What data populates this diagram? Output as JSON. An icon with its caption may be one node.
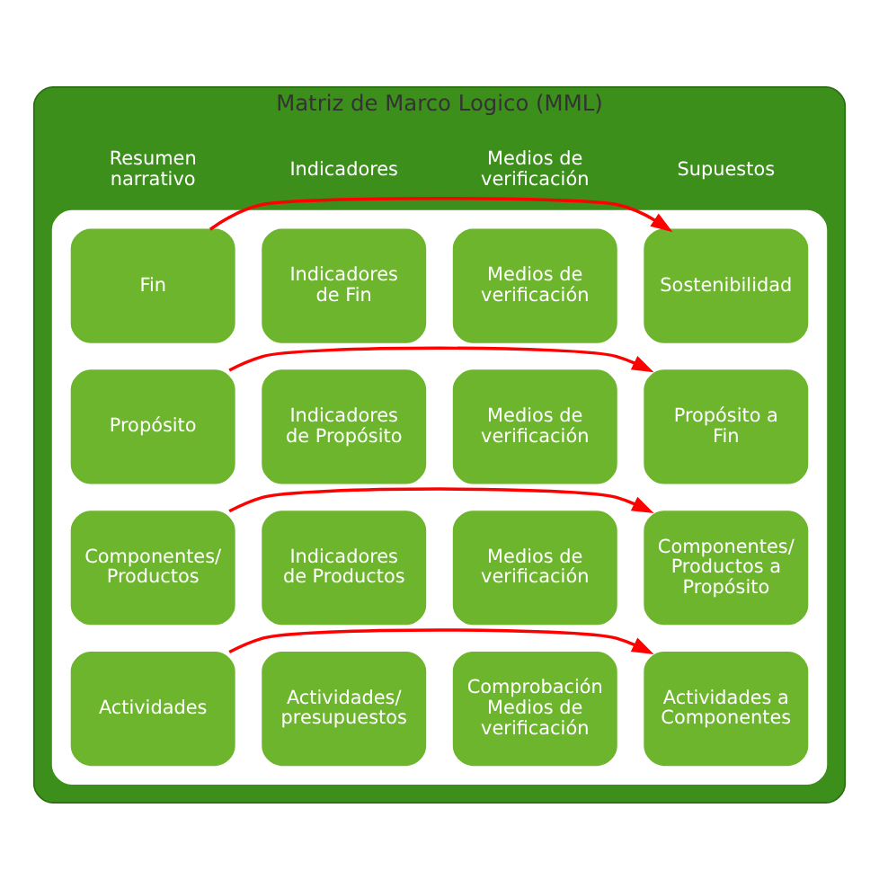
{
  "diagram": {
    "nodes": [
      {
        "text": [
          "Matriz de Marco Logico (MML)"
        ]
      },
      {
        "text": [],
        "shape": "box",
        "in": 0
      },
      {
        "text": [
          "Fin"
        ],
        "in": 1
      },
      {
        "text": [
          "Indicadores de Fin"
        ],
        "in": 1
      },
      {
        "text": [
          "Medios de verificación"
        ],
        "in": 1
      },
      {
        "text": [
          "Sostenibilidad"
        ],
        "in": 1
      },
      {
        "text": [
          "Propósito"
        ],
        "in": 1
      },
      {
        "text": [
          "Indicadores de Propósito"
        ],
        "in": 1
      },
      {
        "text": [
          "Medios de verificación"
        ],
        "in": 1
      },
      {
        "text": [
          "Propósito a Fin"
        ],
        "in": 1
      },
      {
        "text": [
          "Componentes/ Productos"
        ],
        "in": 1
      },
      {
        "text": [
          "Indicadores de Productos"
        ],
        "in": 1
      },
      {
        "text": [
          "Medios de verificación"
        ],
        "in": 1
      },
      {
        "text": [
          "Componentes/ Productos a Propósito"
        ],
        "in": 1
      },
      {
        "text": [
          "Actividades"
        ],
        "in": 1
      },
      {
        "text": [
          "Actividades/ presupuestos"
        ],
        "in": 1
      },
      {
        "text": [
          "Comprobación Medios de verificación"
        ],
        "in": 1
      },
      {
        "text": [
          "Actividades a Componentes"
        ],
        "in": 1
      }
    ],
    "edges": [
      {
        "from": 2,
        "to": 5,
        "arrow": "to"
      },
      {
        "from": 6,
        "to": 9,
        "arrow": "to"
      },
      {
        "from": 10,
        "to": 13,
        "arrow": "to"
      },
      {
        "from": 14,
        "to": 17,
        "arrow": "to"
      }
    ],
    "labels": [
      "Resumen narrativo",
      "Indicadores",
      "Medios de verificación",
      "Supuestos"
    ]
  }
}
